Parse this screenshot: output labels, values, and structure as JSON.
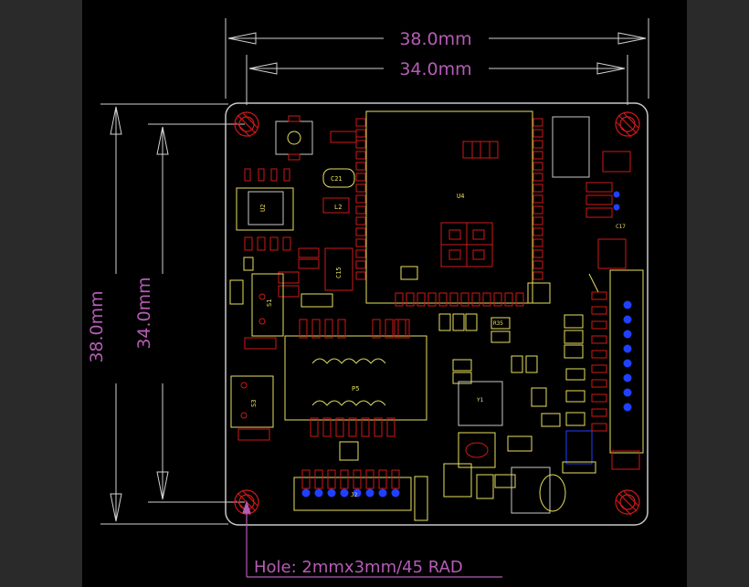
{
  "dimensions": {
    "outer_width": "38.0mm",
    "inner_width": "34.0mm",
    "outer_height": "38.0mm",
    "inner_height": "34.0mm",
    "hole_note": "Hole: 2mmx3mm/45 RAD"
  },
  "designators": {
    "u4": "U4",
    "u2": "U2",
    "p5": "P5",
    "c21": "C21",
    "c15": "C15",
    "l2": "L2",
    "r35": "R35",
    "s1": "S1",
    "s3": "S3",
    "j2": "J2",
    "c17": "C17",
    "y1": "Y1"
  },
  "colors": {
    "board": "#000000",
    "dimension": "#b55cb5",
    "extension": "#d0d0d0",
    "silkscreen": "#e8e060",
    "copper_top": "#d01818",
    "via": "#2040ff",
    "pad": "#c0b8a0"
  }
}
